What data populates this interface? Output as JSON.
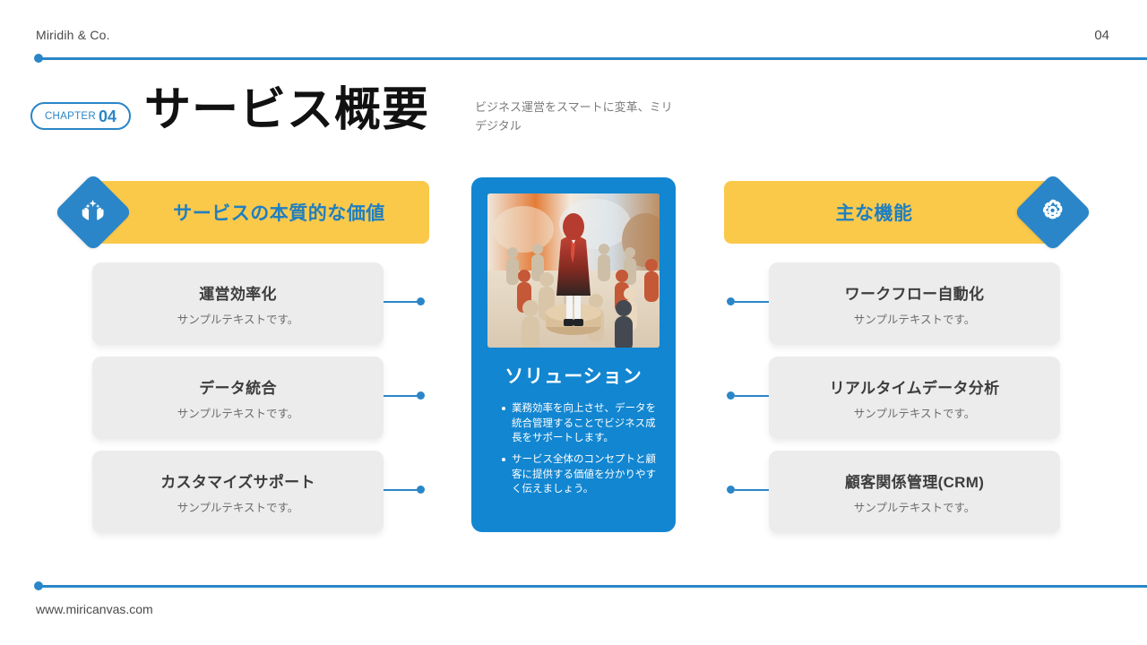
{
  "header": {
    "brand": "Miridih & Co.",
    "page_number": "04"
  },
  "title_block": {
    "chapter_word": "CHAPTER",
    "chapter_number": "04",
    "title": "サービス概要",
    "subtitle": "ビジネス運営をスマートに変革、ミリデジタル"
  },
  "left_column": {
    "header_title": "サービスの本質的な価値",
    "icon": "sparkle-hands-icon",
    "cards": [
      {
        "title": "運営効率化",
        "desc": "サンプルテキストです。"
      },
      {
        "title": "データ統合",
        "desc": "サンプルテキストです。"
      },
      {
        "title": "カスタマイズサポート",
        "desc": "サンプルテキストです。"
      }
    ]
  },
  "right_column": {
    "header_title": "主な機能",
    "icon": "gear-icon",
    "cards": [
      {
        "title": "ワークフロー自動化",
        "desc": "サンプルテキストです。"
      },
      {
        "title": "リアルタイムデータ分析",
        "desc": "サンプルテキストです。"
      },
      {
        "title": "顧客関係管理(CRM)",
        "desc": "サンプルテキストです。"
      }
    ]
  },
  "center_panel": {
    "title": "ソリューション",
    "image_alt": "木製の人形が並ぶ写真",
    "bullets": [
      "業務効率を向上させ、データを統合管理することでビジネス成長をサポートします。",
      "サービス全体のコンセプトと顧客に提供する価値を分かりやすく伝えましょう。"
    ]
  },
  "footer": {
    "url": "www.miricanvas.com"
  },
  "colors": {
    "accent_blue": "#2a86c8",
    "panel_blue": "#1286d1",
    "header_yellow": "#fbc94a",
    "card_gray": "#ececec",
    "title_black": "#111111"
  }
}
